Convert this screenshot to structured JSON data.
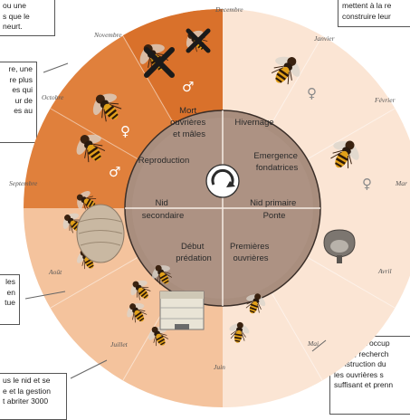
{
  "months": {
    "decembre": "Decembre",
    "janvier": "Janvier",
    "fevrier": "Février",
    "mars": "Mar",
    "avril": "Avril",
    "mai": "Mai",
    "juin": "Juin",
    "juillet": "Juillet",
    "aout": "Août",
    "septembre": "Septembre",
    "octobre": "Octobre",
    "novembre": "Novembre"
  },
  "phases": {
    "mort": [
      "Mort",
      "ouvrières",
      "et mâles"
    ],
    "hivernage": [
      "Hivernage"
    ],
    "emergence": [
      "Emergence",
      "fondatrices"
    ],
    "nid_primaire": [
      "Nid primaire",
      "Ponte"
    ],
    "premieres": [
      "Premières",
      "ouvrières"
    ],
    "debut": [
      "Début",
      "prédation"
    ],
    "nid_secondaire": [
      "Nid",
      "secondaire"
    ],
    "reproduction": [
      "Reproduction"
    ]
  },
  "symbols": {
    "female": "♀",
    "male": "♂"
  },
  "notes": {
    "top_left": [
      "ou une",
      "s que le",
      "neurt."
    ],
    "top_right": [
      "mettent à la re",
      "construire leur"
    ],
    "left_mid": [
      "re, une",
      "re plus",
      "es qui",
      "ur de",
      "es au"
    ],
    "left_low": [
      "les",
      "en",
      "tue"
    ],
    "bottom_left": [
      "us le nid et se",
      "e et la gestion",
      "t abriter 3000"
    ],
    "bottom_right": [
      "La reine s'occup",
      "larves, recherch",
      "construction du",
      "les ouvrières s",
      "suffisant et prenn"
    ]
  },
  "colors": {
    "autumn_dark": "#e0803c",
    "autumn_mid": "#eda46c",
    "winter_light": "#fbe5d4",
    "summer_mid": "#f4c39d",
    "inner_disc": "#a98e7e",
    "hub": "#ffffff"
  }
}
